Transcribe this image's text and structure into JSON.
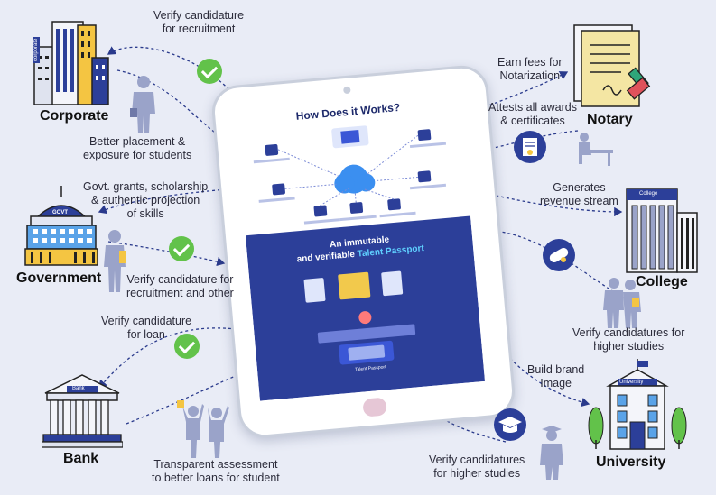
{
  "nodes": {
    "corporate": "Corporate",
    "government": "Government",
    "bank": "Bank",
    "notary": "Notary",
    "college": "College",
    "university": "University"
  },
  "labels": {
    "verify_recruitment": "Verify candidature\nfor recruitment",
    "better_placement": "Better placement &\nexposure for students",
    "govt_grants": "Govt. grants, scholarship\n& authentic projection\nof skills",
    "verify_recruitment_other": "Verify candidature for\nrecruitment and other",
    "verify_loan": "Verify candidature\nfor loan",
    "transparent": "Transparent assessment\nto better loans for student",
    "earn_fees": "Earn fees for\nNotarization",
    "attests": "Attests all awards\n& certificates",
    "revenue": "Generates\nrevenue stream",
    "verify_higher_college": "Verify candidatures for\nhigher studies",
    "build_brand": "Build brand\nImage",
    "verify_higher_univ": "Verify candidatures\nfor higher studies"
  },
  "tablet": {
    "heading": "How Does it Works?",
    "passport_line1": "An immutable",
    "passport_line2a": "and verifiable ",
    "passport_line2b": "Talent Passport",
    "passport_caption": "Talent Passport"
  },
  "signs": {
    "corporate": "corporate",
    "govt": "GOVT",
    "bank": "Bank",
    "college": "College",
    "university": "University"
  },
  "colors": {
    "accent_blue": "#2c3f99",
    "check_green": "#62c24a",
    "arrow": "#2a3a8c",
    "figure": "#9aa3c9"
  }
}
